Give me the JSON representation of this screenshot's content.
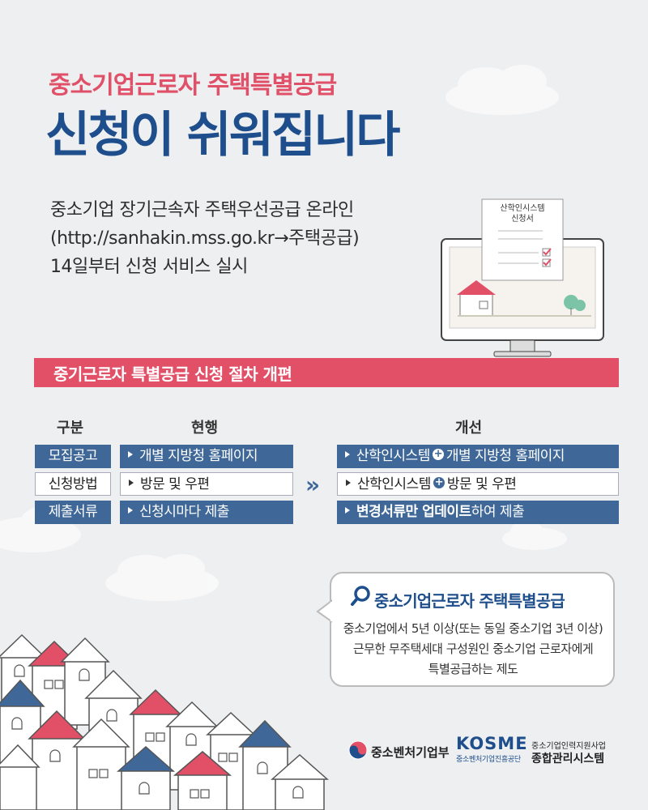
{
  "header": {
    "subtitle": "중소기업근로자 주택특별공급",
    "title": "신청이 쉬워집니다"
  },
  "intro": {
    "line1": "중소기업 장기근속자 주택우선공급 온라인",
    "line2": "(http://sanhakin.mss.go.kr→주택공급)",
    "line3": "14일부터 신청 서비스 실시"
  },
  "illustration": {
    "form_label_line1": "산학인시스템",
    "form_label_line2": "신청서"
  },
  "banner": {
    "label": "중기근로자 특별공급 신청 절차 개편"
  },
  "table": {
    "headers": {
      "category": "구분",
      "current": "현행",
      "improved": "개선"
    },
    "rows": [
      {
        "label": "모집공고",
        "current": "개별 지방청 홈페이지",
        "improved_a": "산학인시스템",
        "improved_plus": "+",
        "improved_b": "개별 지방청 홈페이지"
      },
      {
        "label": "신청방법",
        "current": "방문 및 우편",
        "improved_a": "산학인시스템",
        "improved_plus": "+",
        "improved_b": "방문 및 우편"
      },
      {
        "label": "제출서류",
        "current": "신청시마다 제출",
        "improved_bold": "변경서류만 업데이트",
        "improved_rest": "하여 제출"
      }
    ],
    "arrow": "»"
  },
  "info_box": {
    "icon": "magnifier-icon",
    "title": "중소기업근로자 주택특별공급",
    "line1": "중소기업에서 5년 이상(또는 동일 중소기업 3년 이상)",
    "line2": "근무한 무주택세대 구성원인 중소기업 근로자에게",
    "line3": "특별공급하는 제도"
  },
  "footer": {
    "ministry": "중소벤처기업부",
    "kosme": "KOSME",
    "kosme_sub": "중소벤처기업진흥공단",
    "system_sub": "중소기업인력지원사업",
    "system_name": "종합관리시스템"
  },
  "colors": {
    "accent_red": "#e25068",
    "brand_blue": "#1e4f8c",
    "table_blue": "#3f6898",
    "background": "#eeeff1"
  }
}
